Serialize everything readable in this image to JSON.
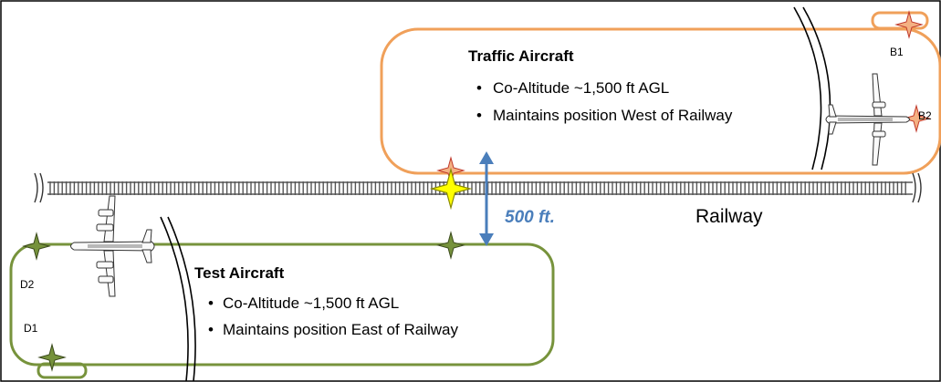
{
  "traffic": {
    "title": "Traffic Aircraft",
    "bullets": [
      "Co-Altitude ~1,500 ft AGL",
      "Maintains position West of Railway"
    ]
  },
  "test": {
    "title": "Test Aircraft",
    "bullets": [
      "Co-Altitude ~1,500 ft AGL",
      "Maintains position East of Railway"
    ]
  },
  "separation": {
    "label": "500 ft."
  },
  "railway": {
    "label": "Railway"
  },
  "waypoints": {
    "b1": "B1",
    "b2": "B2",
    "d1": "D1",
    "d2": "D2"
  },
  "colors": {
    "traffic_route": "#f0a05a",
    "test_route": "#77933c",
    "separation_arrow": "#4a7ebb",
    "intersection_star": "#ffff00"
  },
  "icons": {
    "bullet": "•",
    "waypoint": "four-point-star-icon",
    "aircraft": "airplane-icon"
  }
}
